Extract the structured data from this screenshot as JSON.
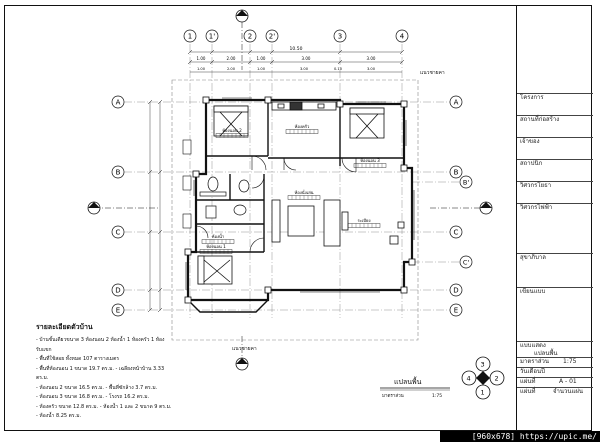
{
  "grid": {
    "columns": [
      "1",
      "1'",
      "2",
      "2'",
      "3",
      "4"
    ],
    "rows": [
      "A",
      "B",
      "C",
      "D",
      "E"
    ],
    "row_primes": [
      "B'",
      "C'"
    ]
  },
  "dimensions": {
    "overall": "10.50",
    "segments": [
      "1.00",
      "2.00",
      "1.00",
      "3.00",
      "3.00"
    ],
    "sub_segments": [
      "1.00",
      "2.00",
      "1.00",
      "3.00",
      "0.10",
      "3.00"
    ]
  },
  "rooms": [
    {
      "name": "ห้องนอน 2"
    },
    {
      "name": "ห้องครัว"
    },
    {
      "name": "ห้องนอน 3"
    },
    {
      "name": "ห้องนั่งเล่น"
    },
    {
      "name": "ห้องน้ำ"
    },
    {
      "name": "ห้องนอน 1"
    },
    {
      "name": "ระเบียง"
    }
  ],
  "labels": {
    "top_note": "แนวชายคา",
    "bottom_note": "แนวชายคา",
    "plan_title": "แปลนพื้น",
    "plan_scale_label": "มาตราส่วน",
    "plan_scale": "1:75"
  },
  "notes": {
    "heading": "รายละเอียดตัวบ้าน",
    "lines": [
      "- บ้านชั้นเดียวขนาด 3 ห้องนอน 2 ห้องน้ำ 1 ห้องครัว 1 ห้องรับแขก",
      "- พื้นที่ใช้สอย ทั้งหมด 107 ตารางเมตร",
      "- พื้นที่ห้องนอน 1 ขนาด 19.7 ตร.ม.      - เฉลียงหน้าบ้าน 3.33 ตร.ม.",
      "- ห้องนอน 2 ขนาด 16.5 ตร.ม.      - พื้นที่ซักล้าง 3.7 ตร.ม.",
      "- ห้องนอน 3 ขนาด 16.8 ตร.ม.      - โรงรถ 16.2 ตร.ม.",
      "- ห้องครัว ขนาด 12.8 ตร.ม.      - ห้องน้ำ 1 และ 2 ขนาด 9 ตร.ม.",
      "- ห้องน้ำ 8.25 ตร.ม."
    ]
  },
  "title_block": {
    "rows": [
      "โครงการ",
      "สถานที่ก่อสร้าง",
      "เจ้าของ",
      "สถาปนิก",
      "วิศวกรโยธา",
      "วิศวกรไฟฟ้า",
      "สุขาภิบาล",
      "เขียนแบบ",
      "แบบแสดง",
      "แปลนพื้น",
      "มาตราส่วน",
      "วันเดือนปี",
      "แผ่นที่",
      "แผ่นที่"
    ],
    "scale_value": "1:75",
    "sheet_no": "A - 01",
    "sheet_total": "จำนวนแผ่น"
  },
  "compass": {
    "labels": [
      "1",
      "2",
      "3",
      "4"
    ]
  },
  "footer": "[960x678] https://upic.me/"
}
